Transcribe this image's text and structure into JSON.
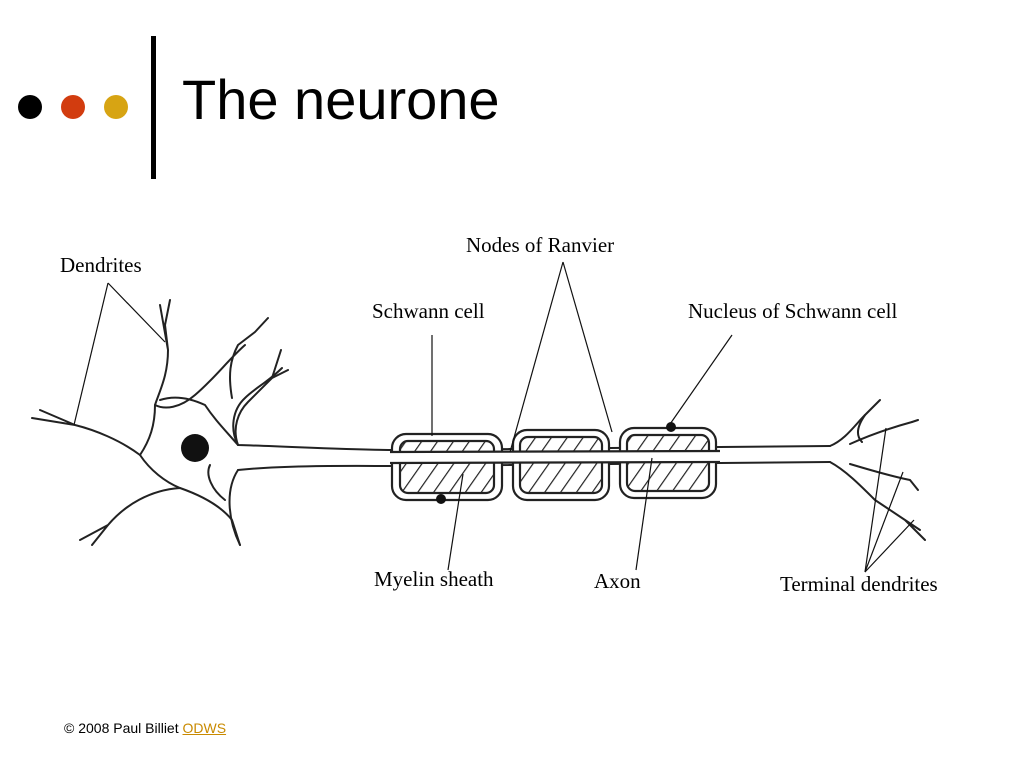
{
  "slide": {
    "title": "The neurone",
    "bullet_colors": [
      "#000000",
      "#d23c0f",
      "#d7a413"
    ]
  },
  "diagram": {
    "labels": {
      "dendrites": "Dendrites",
      "nodes_of_ranvier": "Nodes of Ranvier",
      "schwann_cell": "Schwann cell",
      "nucleus_of_schwann_cell": "Nucleus of Schwann cell",
      "myelin_sheath": "Myelin sheath",
      "axon": "Axon",
      "terminal_dendrites": "Terminal dendrites"
    }
  },
  "footer": {
    "copyright": "© 2008 Paul Billiet",
    "link_text": "ODWS",
    "link_color": "#c98a00"
  }
}
